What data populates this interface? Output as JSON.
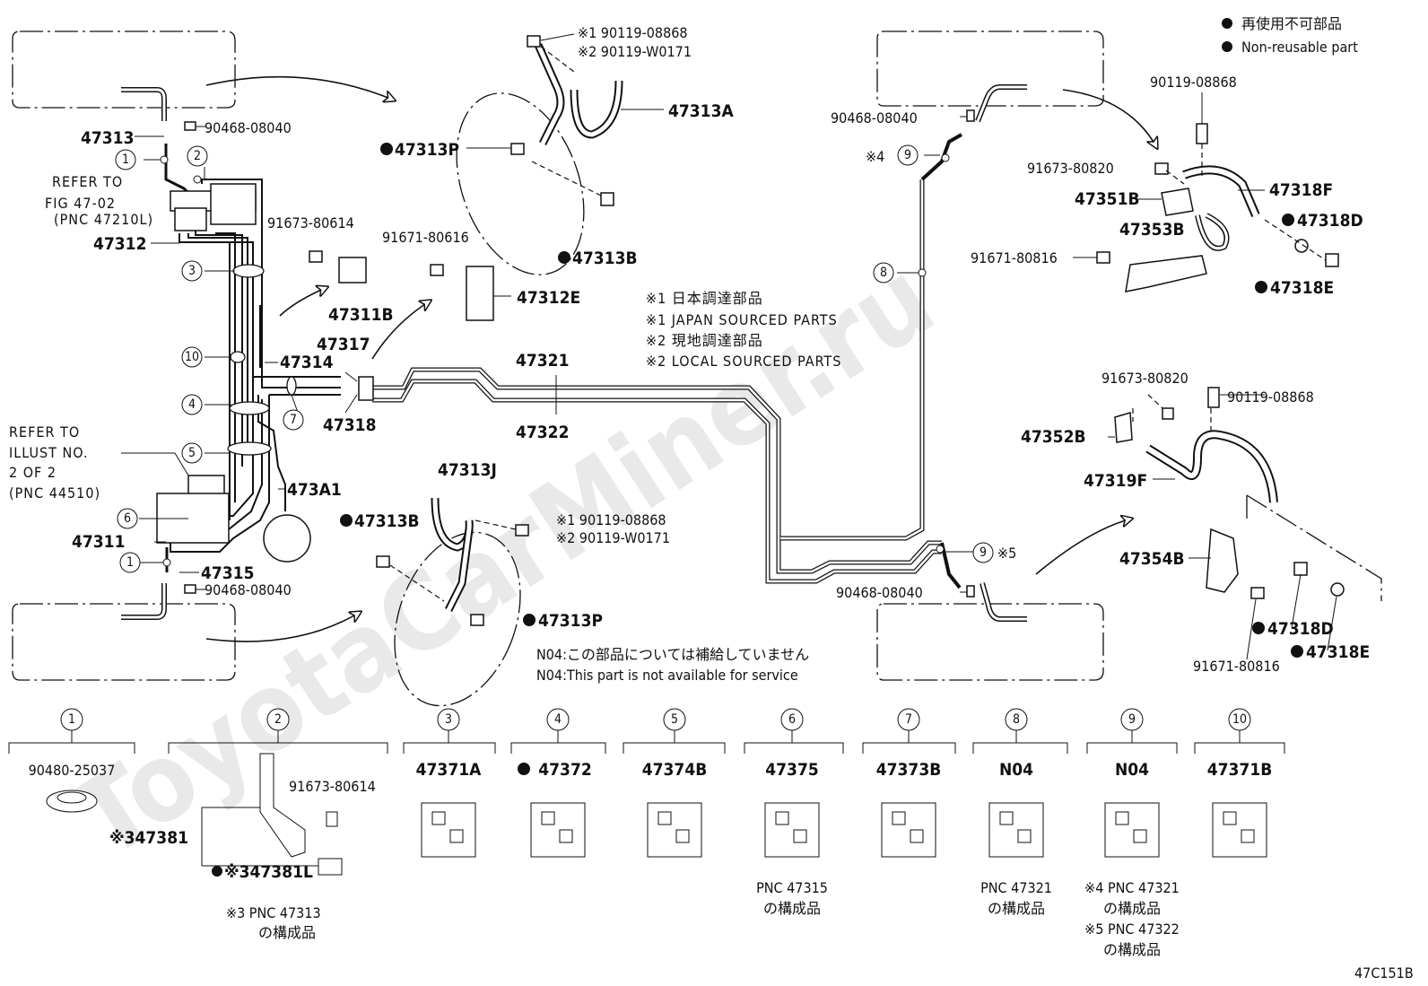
{
  "legend": {
    "jp": "再使用不可部品",
    "en": "Non-reusable part"
  },
  "watermark": "ToyotaCarMiner.ru",
  "diagram_code": "47C151B",
  "notes": {
    "n1_jp": "※1 日本調達部品",
    "n1_en": "※1 JAPAN SOURCED PARTS",
    "n2_jp": "※2 現地調達部品",
    "n2_en": "※2 LOCAL SOURCED PARTS",
    "n04_jp": "N04:この部品については補給していません",
    "n04_en": "N04:This part is not available for service"
  },
  "refer_fig": [
    "REFER TO",
    "FIG 47-02",
    "(PNC 47210L)"
  ],
  "refer_illust": [
    "REFER TO",
    "ILLUST NO.",
    "2 OF 2",
    "(PNC 44510)"
  ],
  "labels": {
    "p47313": "47313",
    "p90468_a": "90468-08040",
    "p47312": "47312",
    "p91673_80614": "91673-80614",
    "p47311B": "47311B",
    "p91671_80616": "91671-80616",
    "p47312E": "47312E",
    "p47317": "47317",
    "p47314": "47314",
    "p47318": "47318",
    "p47321": "47321",
    "p47322": "47322",
    "p473A1": "473A1",
    "p47311": "47311",
    "p47315": "47315",
    "p90468_b": "90468-08040",
    "p90119_1": "※1 90119-08868",
    "p90119_2": "※2 90119-W0171",
    "p47313A": "47313A",
    "p47313P_top": "47313P",
    "p47313B_top": "47313B",
    "p47313J": "47313J",
    "p47313B_bot": "47313B",
    "p90119_1b": "※1 90119-08868",
    "p90119_2b": "※2 90119-W0171",
    "p47313P_bot": "47313P",
    "p90468_c": "90468-08040",
    "p90468_d": "90468-08040",
    "mark4": "※4",
    "mark5": "※5",
    "p90119_r1": "90119-08868",
    "p91673_r1": "91673-80820",
    "p47318F": "47318F",
    "p47351B": "47351B",
    "p47318D_1": "47318D",
    "p47353B": "47353B",
    "p91671_r1": "91671-80816",
    "p47318E_1": "47318E",
    "p91673_r2": "91673-80820",
    "p90119_r2": "90119-08868",
    "p47352B": "47352B",
    "p47319F": "47319F",
    "p47354B": "47354B",
    "p47318D_2": "47318D",
    "p47318E_2": "47318E",
    "p91671_r2": "91671-80816"
  },
  "callouts": [
    "1",
    "2",
    "3",
    "10",
    "4",
    "5",
    "7",
    "6",
    "1",
    "9",
    "8",
    "9"
  ],
  "clips": [
    {
      "num": "1",
      "part": "90480-25037",
      "nonreuse": false,
      "sub": []
    },
    {
      "num": "2",
      "part": "",
      "nonreuse": false,
      "sub": [
        "91673-80614",
        "※347381",
        "※347381L",
        "※3 PNC 47313",
        "の構成品"
      ]
    },
    {
      "num": "3",
      "part": "47371A",
      "nonreuse": false,
      "sub": []
    },
    {
      "num": "4",
      "part": "47372",
      "nonreuse": true,
      "sub": []
    },
    {
      "num": "5",
      "part": "47374B",
      "nonreuse": false,
      "sub": []
    },
    {
      "num": "6",
      "part": "47375",
      "nonreuse": false,
      "sub": [
        "PNC 47315",
        "の構成品"
      ]
    },
    {
      "num": "7",
      "part": "47373B",
      "nonreuse": false,
      "sub": []
    },
    {
      "num": "8",
      "part": "N04",
      "nonreuse": false,
      "sub": [
        "PNC 47321",
        "の構成品"
      ]
    },
    {
      "num": "9",
      "part": "N04",
      "nonreuse": false,
      "sub": [
        "※4 PNC 47321",
        "の構成品",
        "※5 PNC 47322",
        "の構成品"
      ]
    },
    {
      "num": "10",
      "part": "47371B",
      "nonreuse": false,
      "sub": []
    }
  ]
}
